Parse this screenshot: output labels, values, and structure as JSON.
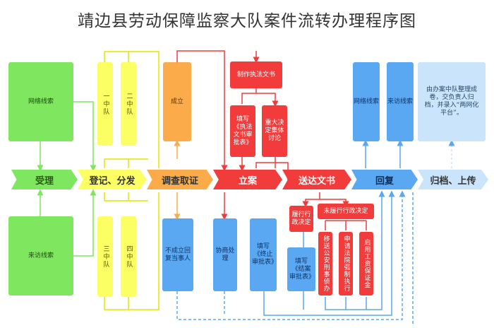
{
  "title": "靖边县劳动保障监察大队案件流转办理程序图",
  "stages": [
    "受理",
    "登记、分发",
    "调查取证",
    "立案",
    "送达文书",
    "回复",
    "归档、上传"
  ],
  "boxes": {
    "network_clue": "网络线索",
    "visit_clue": "来访线索",
    "team1": "一中队",
    "team2": "二中队",
    "team3": "三中队",
    "team4": "四中队",
    "establish": "成立",
    "not_established": "不成立回复当事人",
    "negotiate": "协商处理",
    "fill_termination": "填写《终止审批表》",
    "make_docs": "制作执法文书",
    "fill_approval": "填写《执法文书审批表》",
    "collective_discussion": "重大决定集体讨论",
    "performed": "履行行政决定",
    "not_performed": "未履行行政决定",
    "fill_closing": "填写《结案审批表》",
    "transfer_police": "移送公安刑事侦办",
    "apply_court": "申请法院强制执行",
    "wage_deposit": "启用工资保证金",
    "reply_network": "网络线索",
    "reply_visit": "来访线索",
    "archive_note": "由办案中队整理成卷，交负责人归档，并录入“两网化平台”。"
  },
  "colors": {
    "green": "#7fe65f",
    "yellow": "#fbff63",
    "orange": "#fbab4a",
    "red": "#f23b3b",
    "blue": "#5aa7f2",
    "light_blue": "#c9e4fb"
  }
}
